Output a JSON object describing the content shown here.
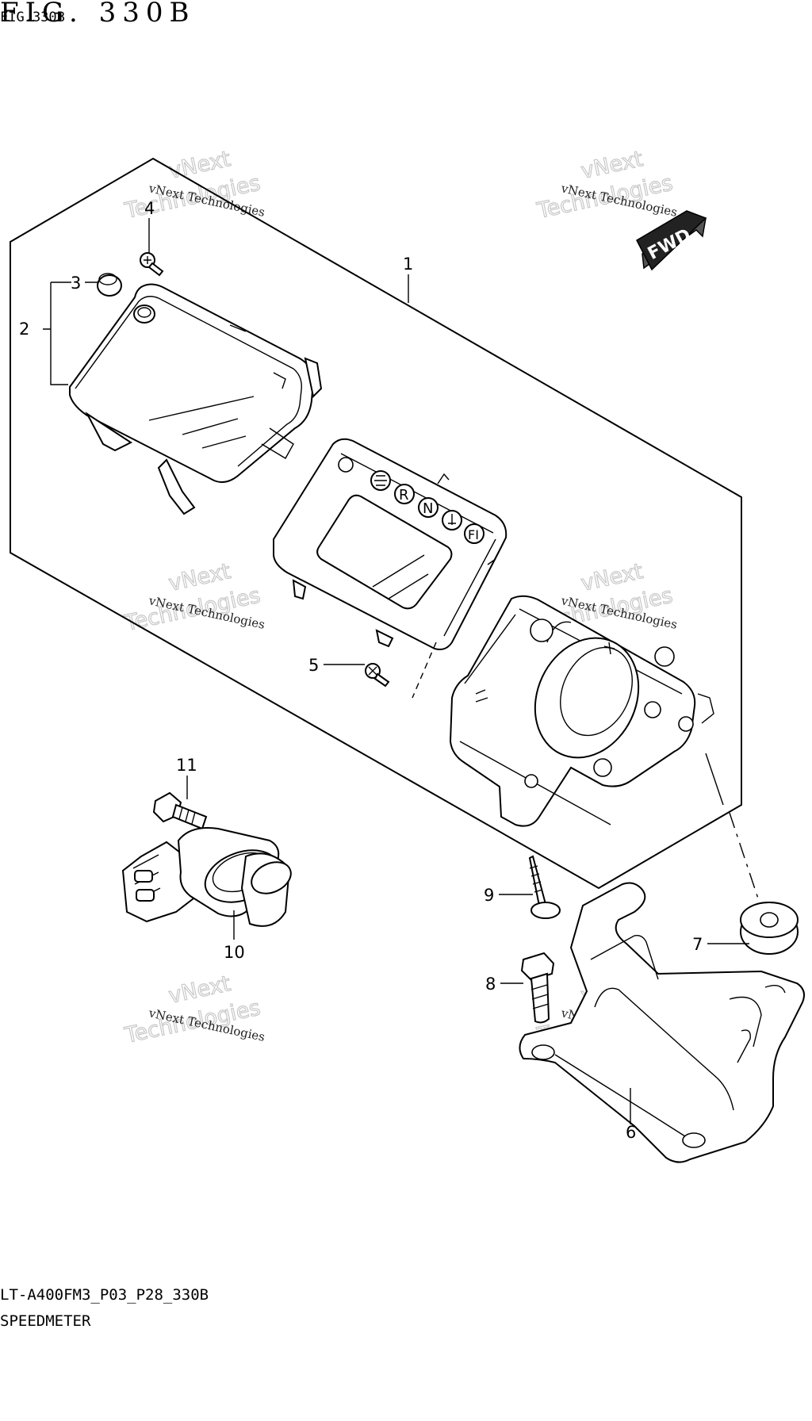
{
  "header": {
    "fig_title": "FIG. 330B",
    "fig_code": "FIG.330B"
  },
  "footer": {
    "model_code": "LT-A400FM3_P03_P28_330B",
    "section_name": "SPEEDMETER"
  },
  "fwd_arrow": {
    "label": "FWD"
  },
  "watermark": {
    "line1": "vNext",
    "line2": "Technologies",
    "caption": "vNext Technologies"
  },
  "indicators": [
    "R",
    "N",
    "FI"
  ],
  "callouts": [
    {
      "id": "1",
      "part": "speedometer-assembly"
    },
    {
      "id": "2",
      "part": "case-cover"
    },
    {
      "id": "3",
      "part": "knob-cap"
    },
    {
      "id": "4",
      "part": "screw"
    },
    {
      "id": "5",
      "part": "screw"
    },
    {
      "id": "6",
      "part": "bracket"
    },
    {
      "id": "7",
      "part": "grommet"
    },
    {
      "id": "8",
      "part": "bolt"
    },
    {
      "id": "9",
      "part": "tapping-screw"
    },
    {
      "id": "10",
      "part": "speed-sensor"
    },
    {
      "id": "11",
      "part": "sensor-bolt"
    }
  ]
}
